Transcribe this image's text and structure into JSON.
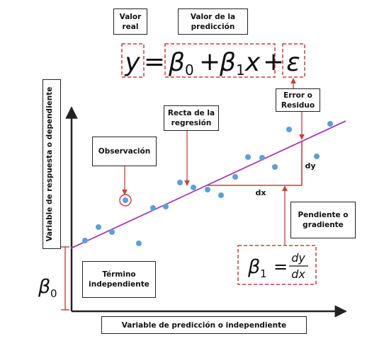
{
  "labels": {
    "valor_real": "Valor\nreal",
    "valor_prediccion": "Valor de la\npredicción",
    "error_residuo": "Error o\nResiduo",
    "recta_regresion": "Recta de la\nregresión",
    "observacion": "Observación",
    "pendiente": "Pendiente o\ngradiente",
    "termino_independiente": "Término\nindependiente",
    "eje_x": "Variable de predicción o independiente",
    "eje_y": "Variable de respuesta o dependiente",
    "dx": "dx",
    "dy": "dy"
  },
  "equation": {
    "y": "y",
    "equals": "=",
    "beta0": "β",
    "beta0_sub": "0",
    "plus1": "+",
    "beta1": "β",
    "beta1_sub": "1",
    "x": "x",
    "plus2": "+",
    "epsilon": "ε"
  },
  "slope_formula": {
    "beta": "β",
    "sub": "1",
    "equals": "=",
    "numerator": "dy",
    "denominator": "dx"
  },
  "intercept_symbol": {
    "beta": "β",
    "sub": "0"
  },
  "colors": {
    "regression_line": "#a23fb0",
    "points": "#5b9fdb",
    "annotation_red": "#d23a3a",
    "axis": "#222222"
  }
}
